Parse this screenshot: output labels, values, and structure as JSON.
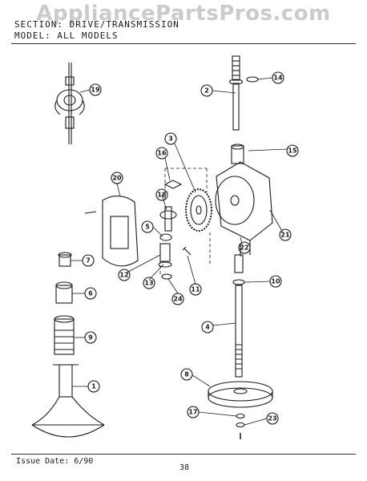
{
  "header": {
    "section_line": "SECTION: DRIVE/TRANSMISSION",
    "model_line": "MODEL:  ALL MODELS",
    "watermark": "AppliancePartsPros.com"
  },
  "footer": {
    "issue_date": "Issue Date: 6/90",
    "page_number": "38"
  },
  "callouts": {
    "c1": "1",
    "c2": "2",
    "c3": "3",
    "c4": "4",
    "c5": "5",
    "c6": "6",
    "c7": "7",
    "c8": "8",
    "c9": "9",
    "c10": "10",
    "c11": "11",
    "c12": "12",
    "c13": "13",
    "c14": "14",
    "c15": "15",
    "c16": "16",
    "c17": "17",
    "c18": "18",
    "c19": "19",
    "c20": "20",
    "c21": "21",
    "c22": "22",
    "c23": "23",
    "c24": "24"
  },
  "colors": {
    "ink": "#1a1a1a",
    "paper": "#ffffff",
    "watermark": "#a0a0a0"
  }
}
